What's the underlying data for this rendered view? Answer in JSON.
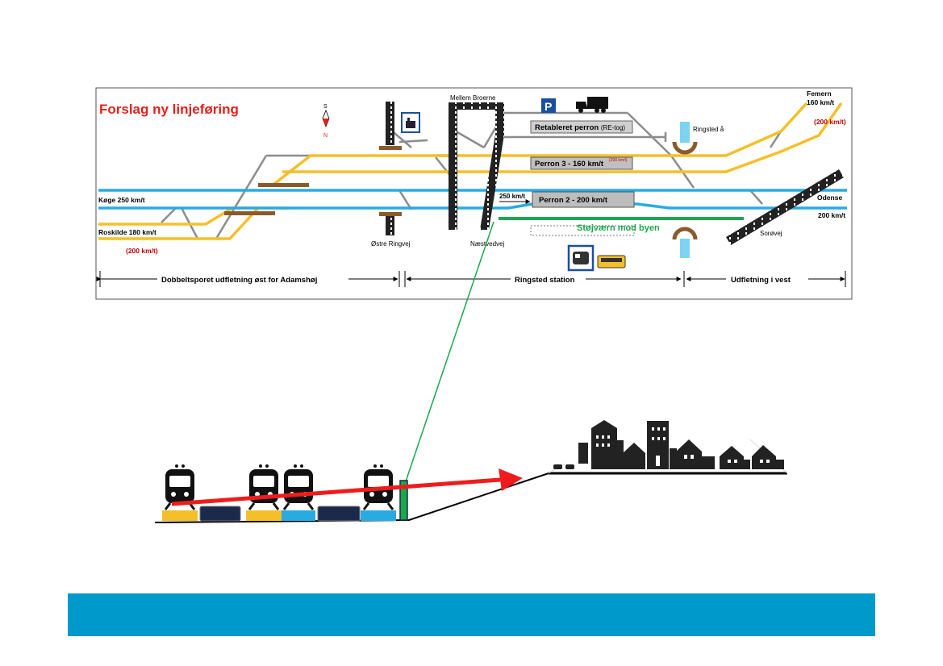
{
  "title": "Forslag ny linjeføring",
  "compass": {
    "s": "S",
    "n": "N"
  },
  "bridges": {
    "mellem_broerne": "Mellem Broerne",
    "ostre_ringvej": "Østre Ringvej",
    "naestvedvej": "Næstvedvej",
    "sorovej": "Sorøvej"
  },
  "places": {
    "ringsted_a": "Ringsted å"
  },
  "lines": {
    "koge": "Køge 250 km/t",
    "roskilde": "Roskilde 180 km/t",
    "roskilde_future": "(200 km/t)",
    "femern": "Femern",
    "femern_speed": "160 km/t",
    "femern_future": "(200 km/t)",
    "odense": "Odense",
    "odense_speed": "200 km/t",
    "speed_250": "250 km/t"
  },
  "platforms": {
    "retableret_main": "Retableret perron",
    "retableret_sub": "(RE-tog)",
    "perron3": "Perron 3 - 160 km/t",
    "perron3_sup": "(200 km/t)",
    "perron2": "Perron 2 - 200 km/t",
    "stojvaern": "Støjværn mod byen"
  },
  "icons": {
    "parking": "P"
  },
  "sections": {
    "east": "Dobbeltsporet udfletning øst for Adamshøj",
    "station": "Ringsted station",
    "west": "Udfletning i vest"
  },
  "colors": {
    "yellow_track": "#f5bf2a",
    "blue_track": "#29abe2",
    "gray_track": "#8c8c8c",
    "title_red": "#e3211c",
    "future_red": "#c00000",
    "green": "#1aa84e",
    "footer_blue": "#0099cc",
    "bridge_brown": "#8b5a2b"
  }
}
